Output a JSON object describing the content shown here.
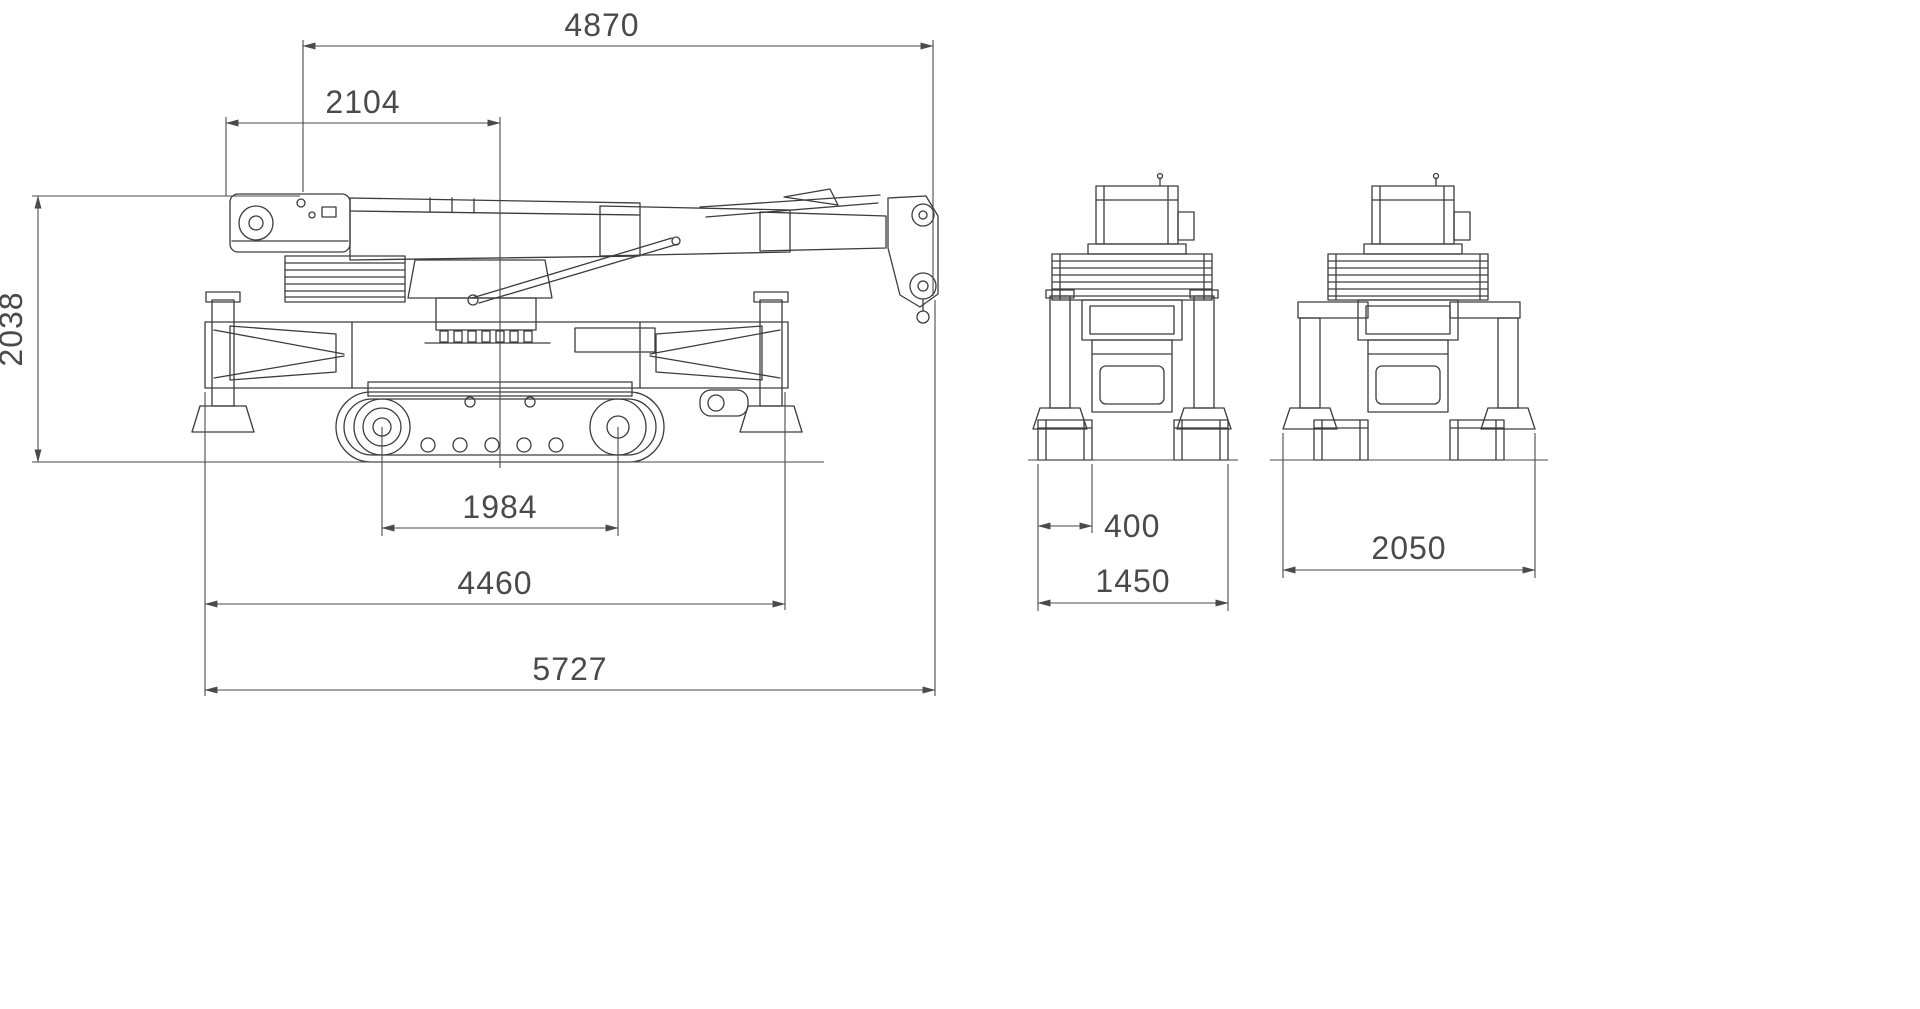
{
  "colors": {
    "line": "#3c3c3c",
    "dimension": "#4a4a4a",
    "background": "#ffffff"
  },
  "dimensions": {
    "boom_transport_length": "4870",
    "boom_rear_section": "2104",
    "overall_height": "2038",
    "track_center_distance": "1984",
    "carrier_length": "4460",
    "overall_length": "5727",
    "track_width": "400",
    "overall_width": "1450",
    "outrigger_spread": "2050"
  }
}
